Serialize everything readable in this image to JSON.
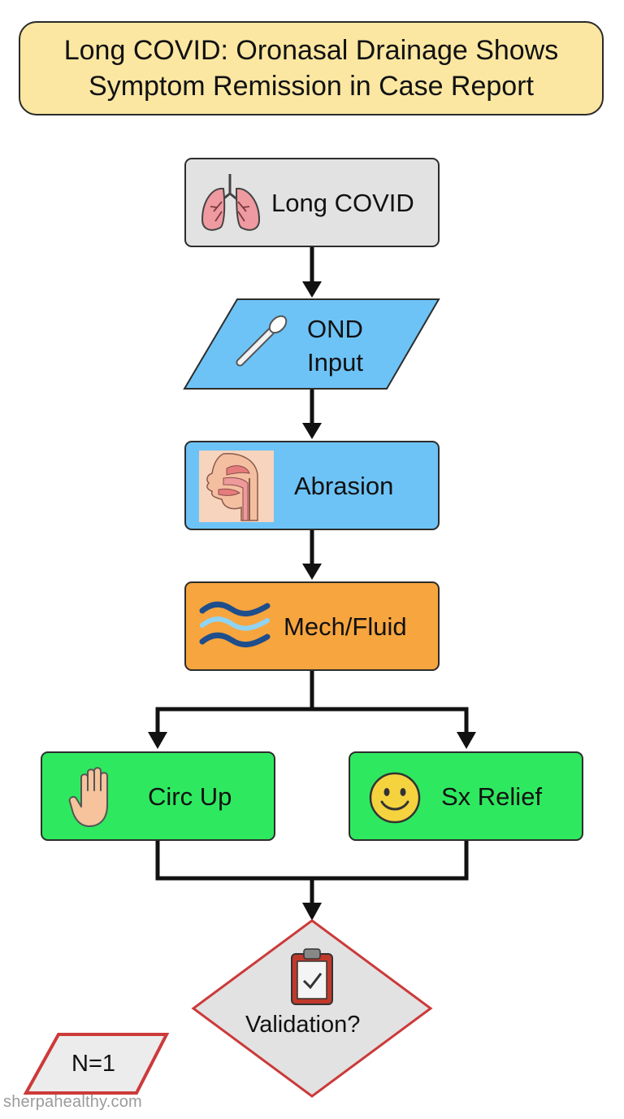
{
  "title": {
    "line1": "Long COVID: Oronasal Drainage Shows",
    "line2": "Symptom Remission in Case Report"
  },
  "nodes": {
    "long_covid": {
      "label": "Long COVID",
      "icon": "lungs-icon"
    },
    "ond_input": {
      "line1": "OND",
      "line2": "Input",
      "icon": "swab-icon"
    },
    "abrasion": {
      "label": "Abrasion",
      "icon": "nasal-anatomy-icon"
    },
    "mech_fluid": {
      "label": "Mech/Fluid",
      "icon": "waves-icon"
    },
    "circ_up": {
      "label": "Circ Up",
      "icon": "hand-icon"
    },
    "sx_relief": {
      "label": "Sx Relief",
      "icon": "smiley-icon"
    },
    "validation": {
      "label": "Validation?",
      "icon": "clipboard-check-icon"
    },
    "n1": {
      "label": "N=1"
    }
  },
  "colors": {
    "title_fill": "#fbe7a1",
    "gray_fill": "#e2e2e2",
    "blue_fill": "#6dc3f6",
    "orange_fill": "#f7a53e",
    "green_fill": "#2ee95f",
    "red_border": "#cc3a3a"
  },
  "watermark": "sherpahealthy.com"
}
